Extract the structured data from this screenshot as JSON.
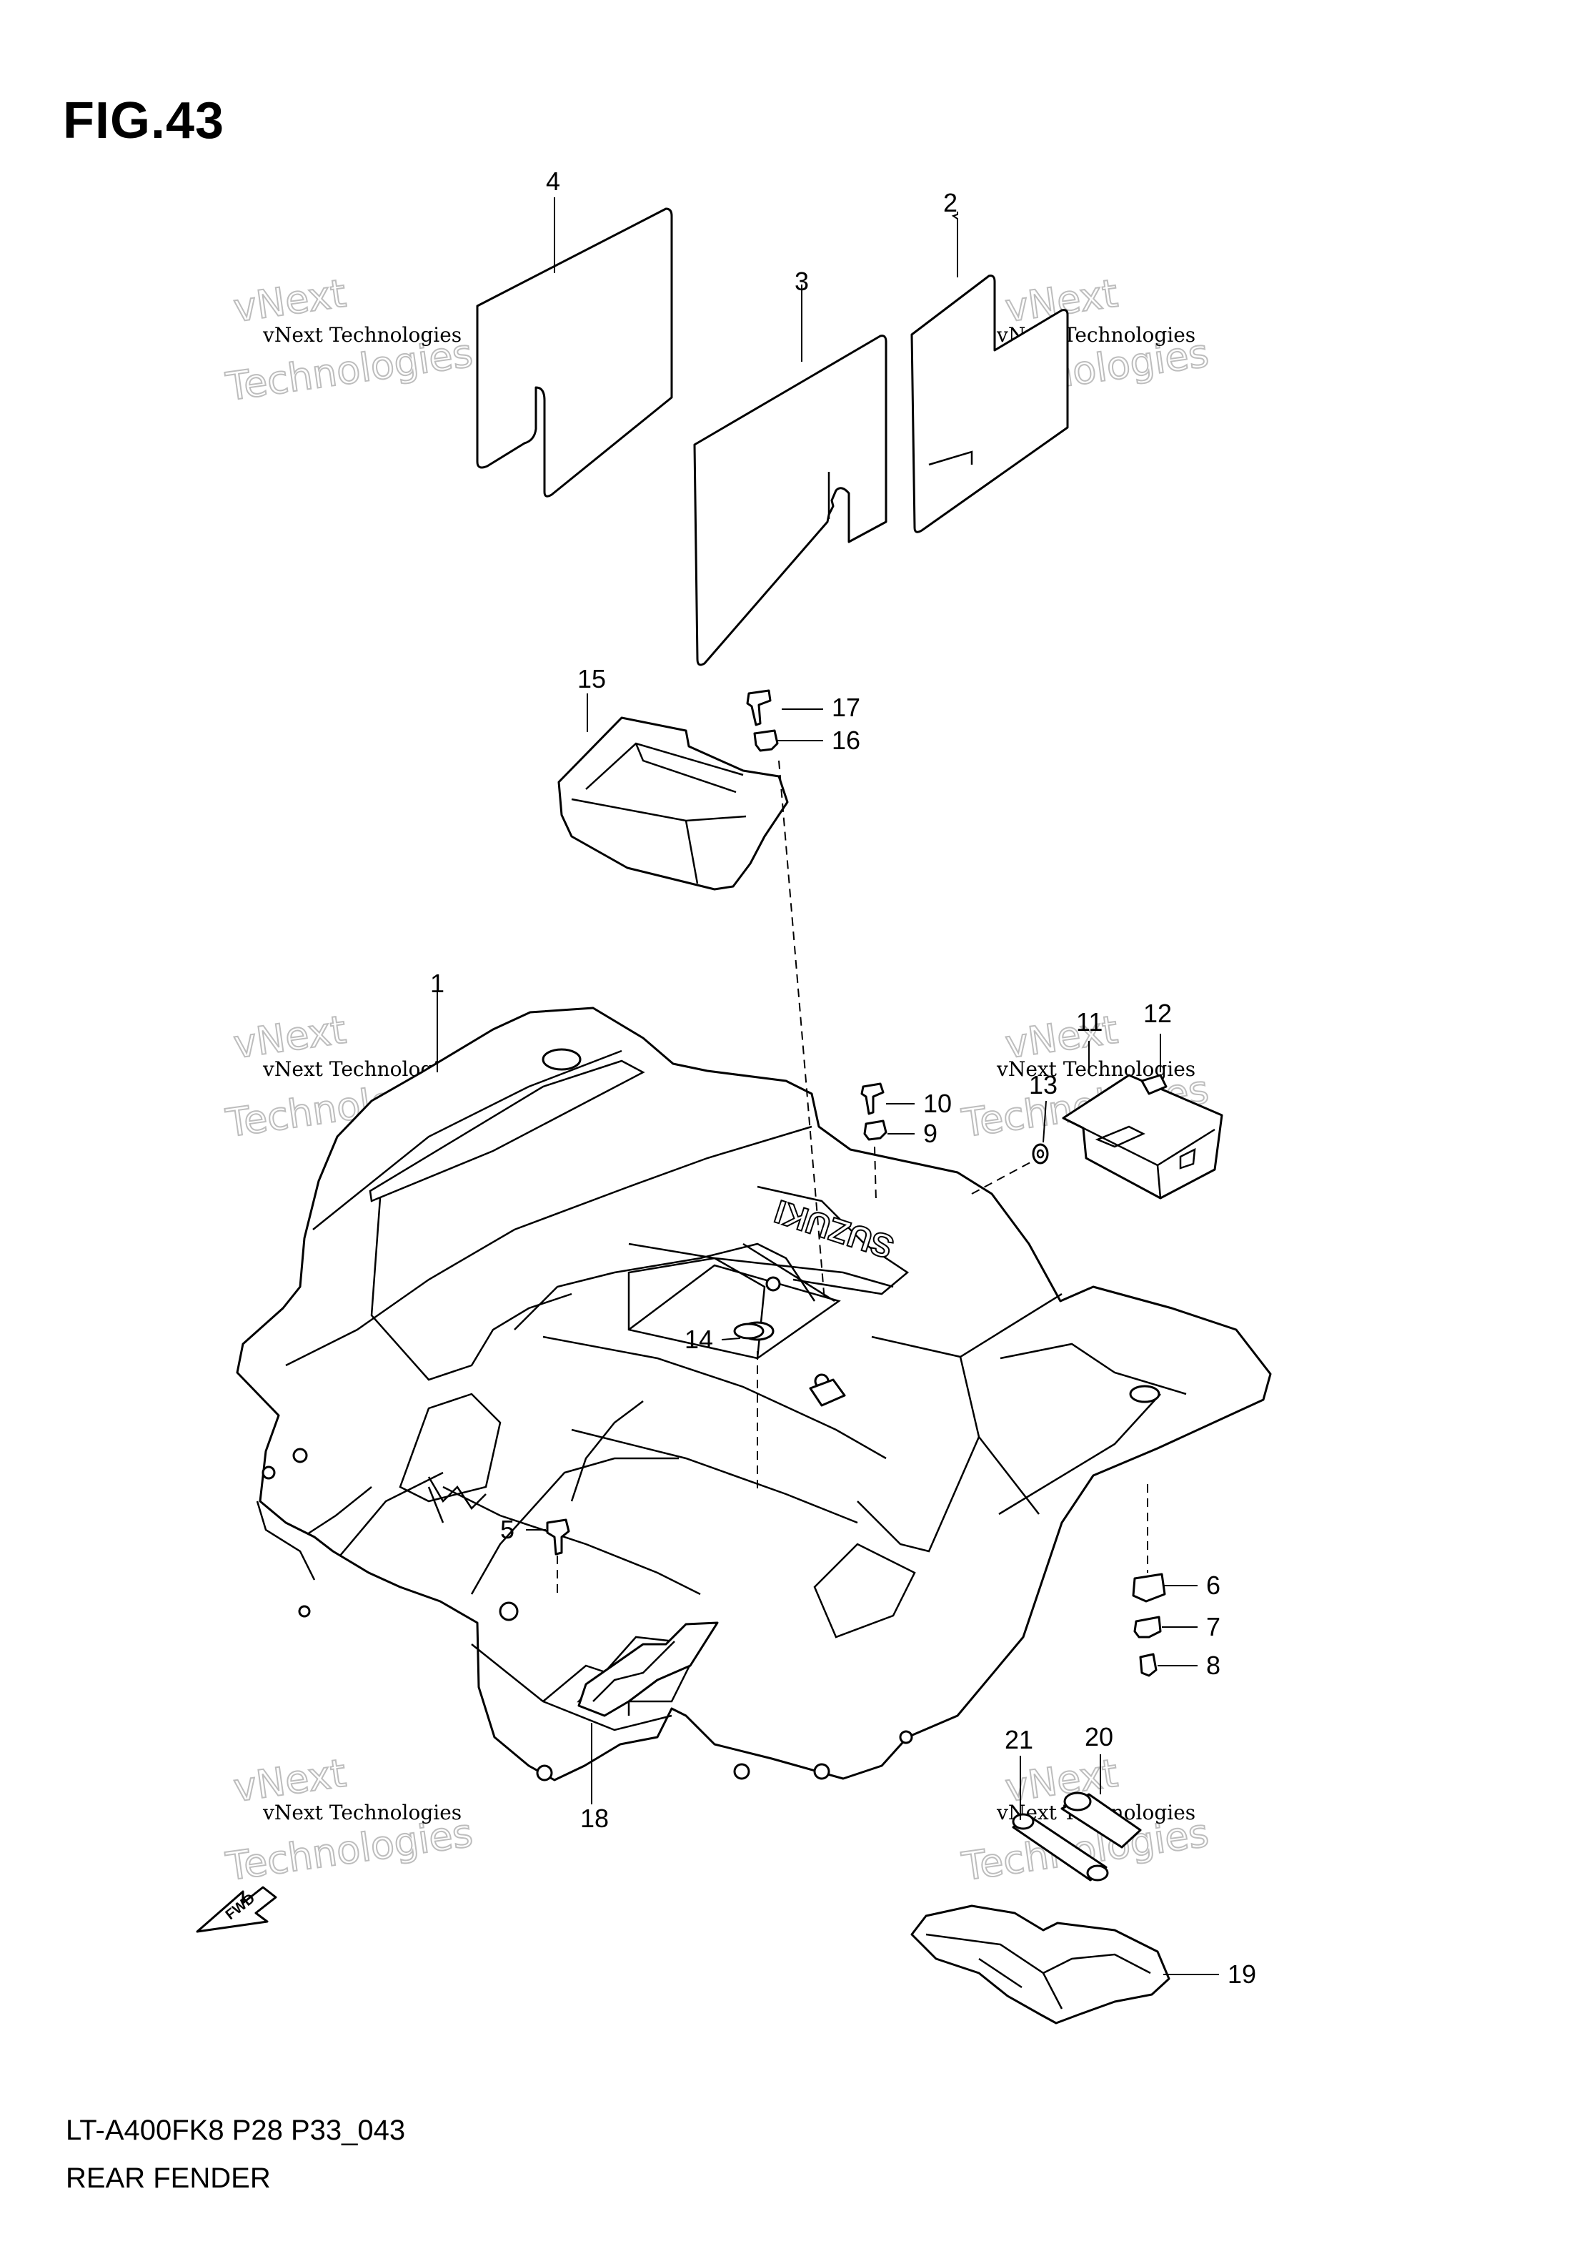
{
  "figure": {
    "title": "FIG.43"
  },
  "footer": {
    "model_code": "LT-A400FK8 P28 P33_043",
    "name": "REAR FENDER"
  },
  "fwd_label": "FWD",
  "watermark": {
    "line1": "vNext Technologies",
    "line2": "vNext",
    "line3": "Technologies"
  },
  "brand_text": "SUZUKI",
  "callouts": {
    "c1": "1",
    "c2": "2",
    "c3": "3",
    "c4": "4",
    "c5": "5",
    "c6": "6",
    "c7": "7",
    "c8": "8",
    "c9": "9",
    "c10": "10",
    "c11": "11",
    "c12": "12",
    "c13": "13",
    "c14": "14",
    "c15": "15",
    "c16": "16",
    "c17": "17",
    "c18": "18",
    "c19": "19",
    "c20": "20",
    "c21": "21"
  }
}
